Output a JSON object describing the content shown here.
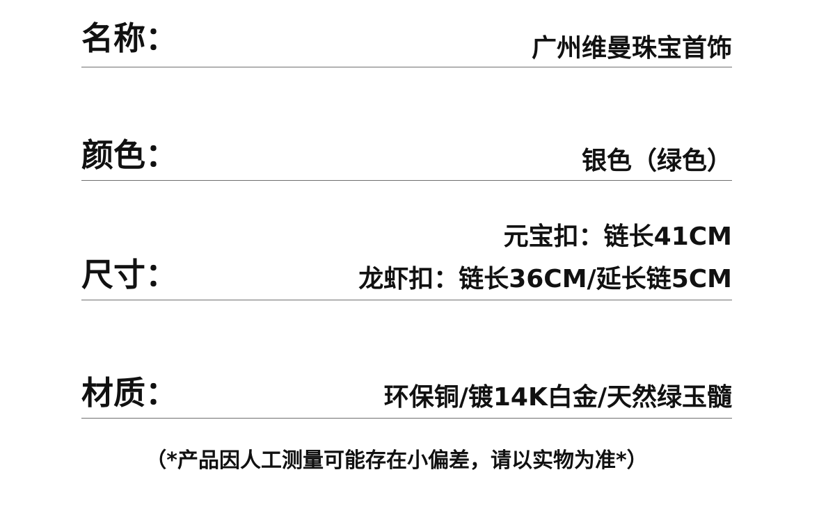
{
  "rows": {
    "name": {
      "label": "名称：",
      "value": "广州维曼珠宝首饰"
    },
    "color": {
      "label": "颜色：",
      "value": "银色（绿色）"
    },
    "size": {
      "label": "尺寸：",
      "value_line1": "元宝扣：链长41CM",
      "value_line2": "龙虾扣：链长36CM/延长链5CM"
    },
    "material": {
      "label": "材质：",
      "value": "环保铜/镀14K白金/天然绿玉髓"
    }
  },
  "note": "（*产品因人工测量可能存在小偏差，请以实物为准*）"
}
